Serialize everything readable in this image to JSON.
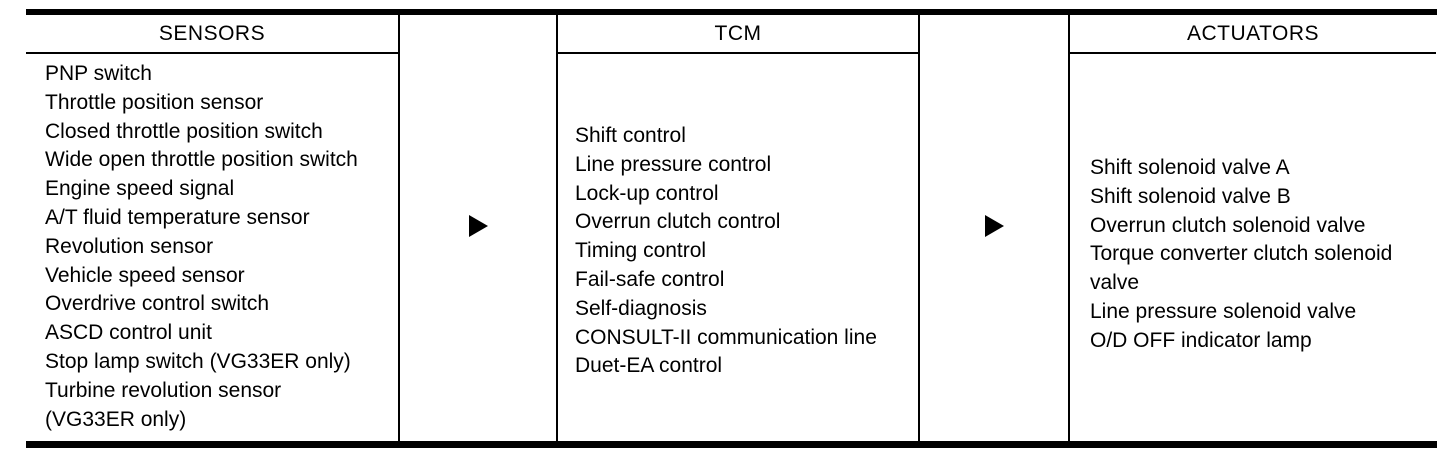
{
  "colors": {
    "line": "#000000",
    "text": "#000000",
    "background": "#ffffff"
  },
  "columns": {
    "sensors": {
      "header": "SENSORS",
      "items": [
        "PNP switch",
        "Throttle position sensor",
        "Closed throttle position switch",
        "Wide open throttle position switch",
        "Engine speed signal",
        "A/T fluid temperature sensor",
        "Revolution sensor",
        "Vehicle speed sensor",
        "Overdrive control switch",
        "ASCD control unit",
        "Stop lamp switch (VG33ER only)",
        "Turbine revolution sensor\n(VG33ER only)"
      ]
    },
    "tcm": {
      "header": "TCM",
      "items": [
        "Shift control",
        "Line pressure control",
        "Lock-up control",
        "Overrun clutch control",
        "Timing control",
        "Fail-safe control",
        "Self-diagnosis",
        "CONSULT-II communication line",
        "Duet-EA control"
      ]
    },
    "actuators": {
      "header": "ACTUATORS",
      "items": [
        "Shift solenoid valve A",
        "Shift solenoid valve B",
        "Overrun clutch solenoid valve",
        "Torque converter clutch solenoid\nvalve",
        "Line pressure solenoid valve",
        "O/D OFF indicator lamp"
      ]
    }
  },
  "icons": {
    "sensors_to_tcm_arrow": "right-arrow",
    "tcm_to_actuators_arrow": "right-arrow"
  }
}
